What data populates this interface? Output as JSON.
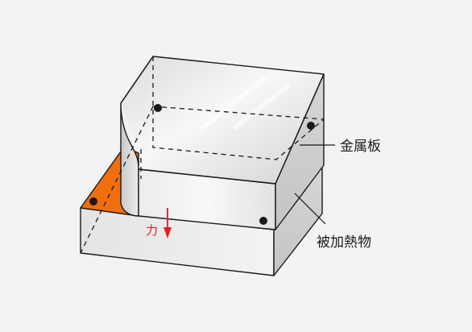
{
  "labels": {
    "metal_sheet": "金属板",
    "workpiece": "被加熱物",
    "force": "力"
  },
  "colors": {
    "background": "#f2f3f4",
    "heated_region": "#ef6f0e",
    "force_arrow": "#e21e1e",
    "outline": "#1a1a1a"
  }
}
